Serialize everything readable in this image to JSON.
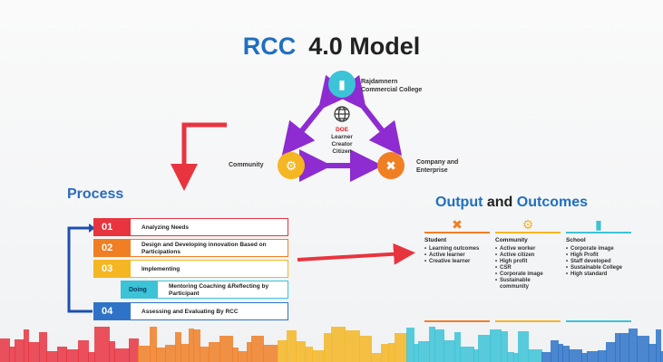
{
  "title": {
    "part1": "RCC",
    "part2": "4.0 Model"
  },
  "triangle": {
    "top_label": "Rajdamnern\nCommercial College",
    "left_label": "Community",
    "right_label": "Company and\nEnterprise",
    "center": {
      "line1": "DOE",
      "line2": "Learner",
      "line3": "Creator",
      "line4": "Citizen"
    }
  },
  "process": {
    "heading": "Process",
    "steps": [
      {
        "num": "01",
        "text": "Analyzing  Needs",
        "color": "#e8343f"
      },
      {
        "num": "02",
        "text": "Design and Developing innovation Based on Participations",
        "color": "#f07f24"
      },
      {
        "num": "03",
        "text": "Implementing",
        "color": "#f5b623"
      },
      {
        "num": "Doing",
        "text": "Mentoring  Coaching  &Reflecting by Participant",
        "color": "#3cc3d6"
      },
      {
        "num": "04",
        "text": "Assessing and Evaluating By RCC",
        "color": "#2e73c8"
      }
    ]
  },
  "output": {
    "title_a": "Output",
    "title_and": "and",
    "title_b": "Outcomes",
    "columns": [
      {
        "head": "Student",
        "color": "#f07f24",
        "icon": "puzzle-icon",
        "items": [
          "Learning outcomes",
          "Active learner",
          "Creative learner"
        ]
      },
      {
        "head": "Community",
        "color": "#f5b623",
        "icon": "gear-icon",
        "items": [
          "Active worker",
          "Active citizen",
          "High profit",
          "CSR",
          "Corporate image",
          "Sustainable community"
        ]
      },
      {
        "head": "School",
        "color": "#3cc3d6",
        "icon": "book-icon",
        "items": [
          "Corporate image",
          "High Profit",
          "Staff developed",
          "Sustainable College",
          "High standard"
        ]
      }
    ]
  },
  "colors": {
    "blue": "#1f6fc1",
    "red": "#e8343f",
    "purple": "#8e2bd1",
    "orange": "#f07f24",
    "yellow": "#f5b623",
    "teal": "#3cc3d6"
  }
}
